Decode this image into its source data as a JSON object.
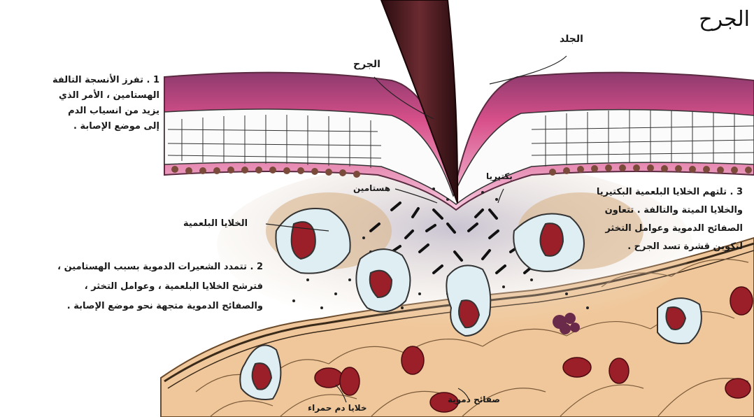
{
  "title": "الجرح",
  "labels": {
    "skin": "الجلد",
    "wound": "الجرح",
    "histamine": "هستامين",
    "bacteria": "بكتيريا",
    "phagocytes": "الخلايا البلعمية",
    "red_cells": "خلايا دم حمراء",
    "platelets": "صفائح دموية"
  },
  "note1": [
    "1 . تفرز الأنسجة التالفة",
    "الهستامين ، الأمر الذي",
    "يزيد من انسياب الدم",
    "إلى موضع الإصابة ."
  ],
  "note2": [
    "2 . تتمدد الشعيرات الدموية بسبب الهستامين ،",
    "فترشح الخلايا البلعمية ، وعوامل التخثر ،",
    "والصفائح الدموية متجهة نحو موضع الإصابة ."
  ],
  "note3": [
    "3 . تلتهم الخلايا البلعمية البكتيريا",
    "والخلايا الميتة والتالفة . تتعاون",
    "الصفائح الدموية وعوامل التخثر",
    "لتكوين قشرة تسد الجرح ."
  ],
  "colors": {
    "skin_pink": "#d8508a",
    "tissue": "#f0c79a",
    "blade": "#4a1e22",
    "red_cell": "#9a1f28",
    "phagocyte": "#dfeef2"
  },
  "icons": [
    "blade-icon",
    "red-blood-cell-icon",
    "phagocyte-icon",
    "bacteria-icon"
  ]
}
